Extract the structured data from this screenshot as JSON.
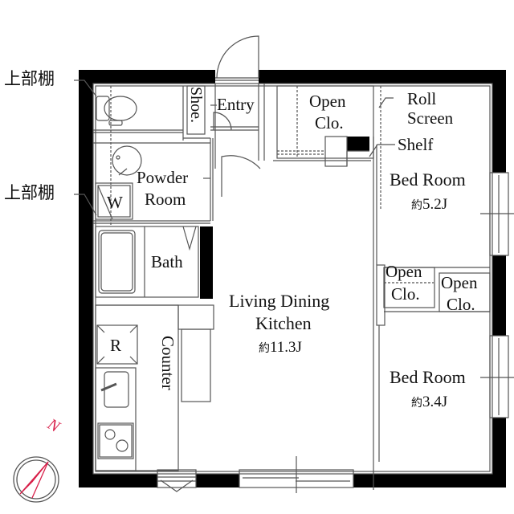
{
  "plan": {
    "type": "apartment-floor-plan",
    "unit_label": "J",
    "colors": {
      "wall": "#000000",
      "line": "#555555",
      "text": "#111111",
      "compass": "#d8204a",
      "background": "#ffffff"
    }
  },
  "annotations": {
    "upper_shelf_1": "上部棚",
    "upper_shelf_2": "上部棚",
    "roll_screen_line1": "Roll",
    "roll_screen_line2": "Screen",
    "shelf": "Shelf"
  },
  "rooms": {
    "entry": {
      "name": "Entry"
    },
    "shoe": {
      "name": "Shoe."
    },
    "powder_room": {
      "line1": "Powder",
      "line2": "Room"
    },
    "washer": {
      "symbol": "W"
    },
    "bath": {
      "name": "Bath"
    },
    "refrigerator": {
      "symbol": "R"
    },
    "counter": {
      "name": "Counter"
    },
    "ldk": {
      "line1": "Living Dining",
      "line2": "Kitchen",
      "area_prefix": "約",
      "area": "11.3J"
    },
    "open_closet_top": {
      "line1": "Open",
      "line2": "Clo."
    },
    "bedroom_1": {
      "name": "Bed Room",
      "area_prefix": "約",
      "area": "5.2J"
    },
    "open_closet_mid_left": {
      "line1": "Open",
      "line2": "Clo."
    },
    "open_closet_mid_right": {
      "line1": "Open",
      "line2": "Clo."
    },
    "bedroom_2": {
      "name": "Bed Room",
      "area_prefix": "約",
      "area": "3.4J"
    }
  },
  "compass": {
    "label": "N"
  }
}
